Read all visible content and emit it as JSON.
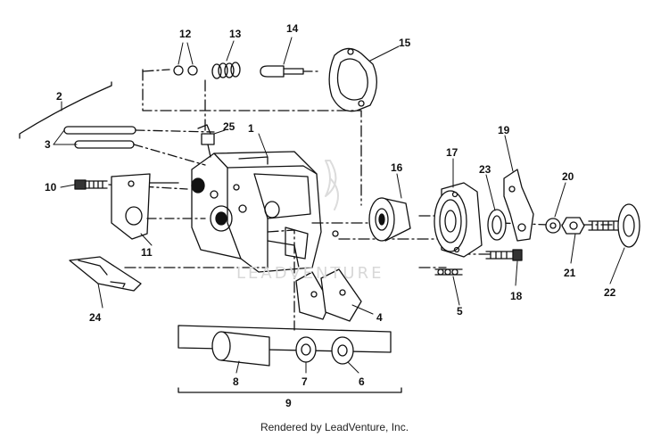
{
  "callouts": [
    "1",
    "2",
    "3",
    "4",
    "5",
    "6",
    "7",
    "8",
    "9",
    "10",
    "11",
    "12",
    "13",
    "14",
    "15",
    "16",
    "17",
    "18",
    "19",
    "20",
    "21",
    "22",
    "23",
    "24",
    "25"
  ],
  "watermark": "LEADVENTURE",
  "footer": "Rendered by LeadVenture, Inc."
}
